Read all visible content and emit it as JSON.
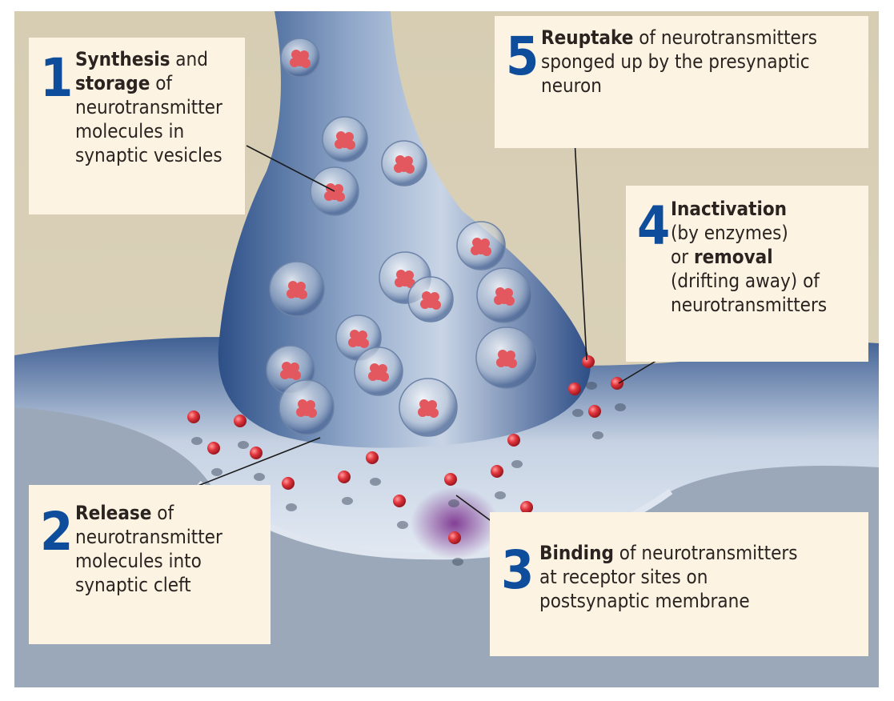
{
  "steps": [
    {
      "number": "1",
      "bold1": "Synthesis",
      "rest1": " and",
      "bold2": "storage",
      "rest2": " of",
      "line3": "neurotransmitter",
      "line4": "molecules in",
      "line5": "synaptic vesicles"
    },
    {
      "number": "2",
      "bold1": "Release",
      "rest1": " of",
      "line2": "neurotransmitter",
      "line3": "molecules into",
      "line4": "synaptic cleft"
    },
    {
      "number": "3",
      "bold1": "Binding",
      "rest1": " of neurotransmitters",
      "line2": "at receptor sites on",
      "line3": "postsynaptic membrane"
    },
    {
      "number": "4",
      "bold1": "Inactivation",
      "line2": "(by enzymes)",
      "pre3": "or ",
      "bold3": "removal",
      "line4": "(drifting away) of",
      "line5": "neurotransmitters"
    },
    {
      "number": "5",
      "bold1": "Reuptake",
      "rest1": " of neurotransmitters",
      "line2": "sponged up by the presynaptic",
      "line3": "neuron"
    }
  ],
  "colors": {
    "number": "#0e4d9c",
    "label_bg": "#fcf3e3",
    "background_top": "#d8cfb6",
    "postsynaptic": "#9fabbb",
    "neuron": "#3c5f94",
    "neurotransmitter": "#d8323a"
  }
}
